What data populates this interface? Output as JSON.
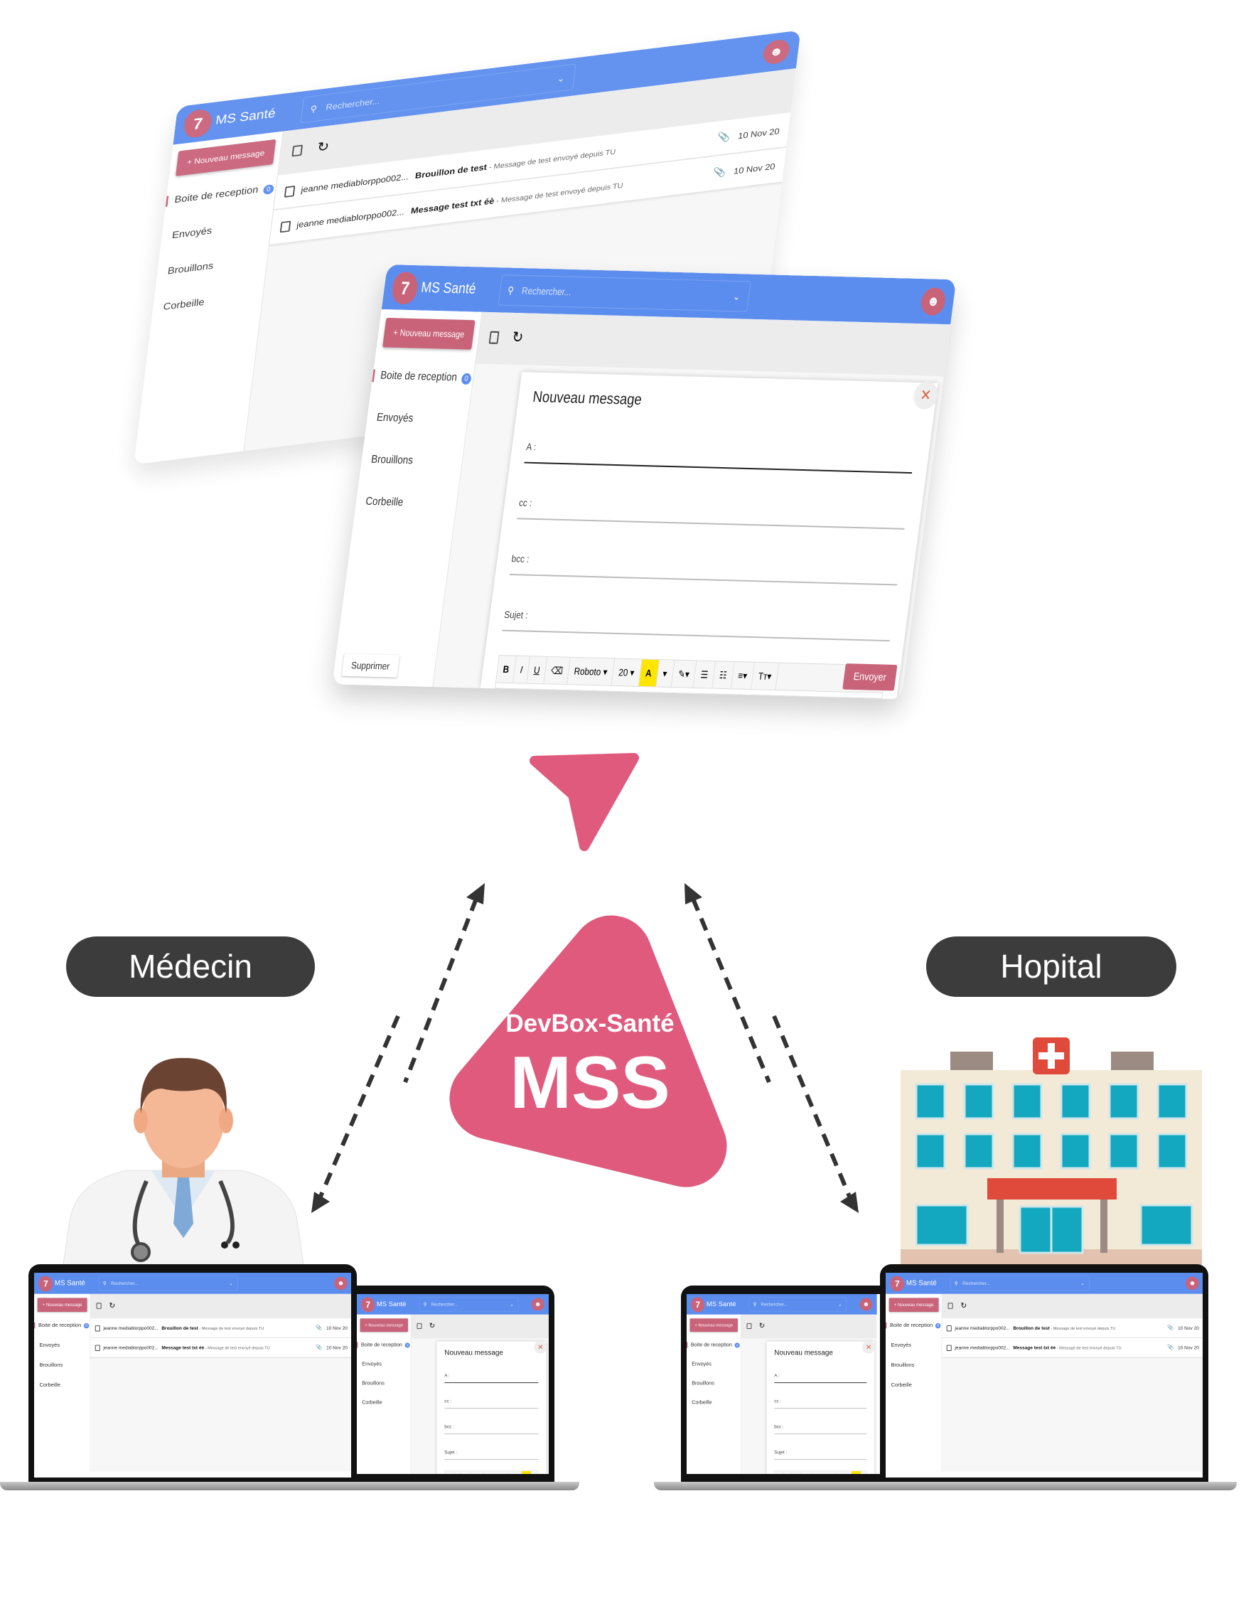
{
  "app": {
    "brand": "MS Santé",
    "logo_glyph": "7",
    "search_placeholder": "Rechercher...",
    "new_message": "+ Nouveau message",
    "folders": [
      {
        "label": "Boite de reception",
        "badge": "0"
      },
      {
        "label": "Envoyés"
      },
      {
        "label": "Brouillons"
      },
      {
        "label": "Corbeille"
      }
    ],
    "messages": [
      {
        "sender": "jeanne mediablorppo002...",
        "subject": "Brouillon de test",
        "preview": " - Message de test envoyé depuis TU",
        "date": "10 Nov 20"
      },
      {
        "sender": "jeanne mediablorppo002...",
        "subject": "Message test txt éè",
        "preview": " - Message de test envoyé depuis TU",
        "date": "10 Nov 20"
      }
    ]
  },
  "compose": {
    "title": "Nouveau message",
    "to": "A :",
    "cc": "cc :",
    "bcc": "bcc :",
    "subject": "Sujet :",
    "toolbar": [
      "B",
      "I",
      "U",
      "⌫",
      "Roboto ▾",
      "20 ▾",
      "A",
      "▾",
      "✎▾",
      "☰",
      "☷",
      "≡▾",
      "Tт▾"
    ],
    "delete": "Supprimer",
    "send": "Envoyer",
    "close": "✕"
  },
  "hero": {
    "brand_top": "DevBox-Santé",
    "brand_main": "MSS"
  },
  "roles": {
    "left": "Médecin",
    "right": "Hopital"
  },
  "colors": {
    "brand_pink": "#e05a7e",
    "app_blue": "#5b8def",
    "button_pink": "#c9637a",
    "pill": "#3c3c3c"
  }
}
